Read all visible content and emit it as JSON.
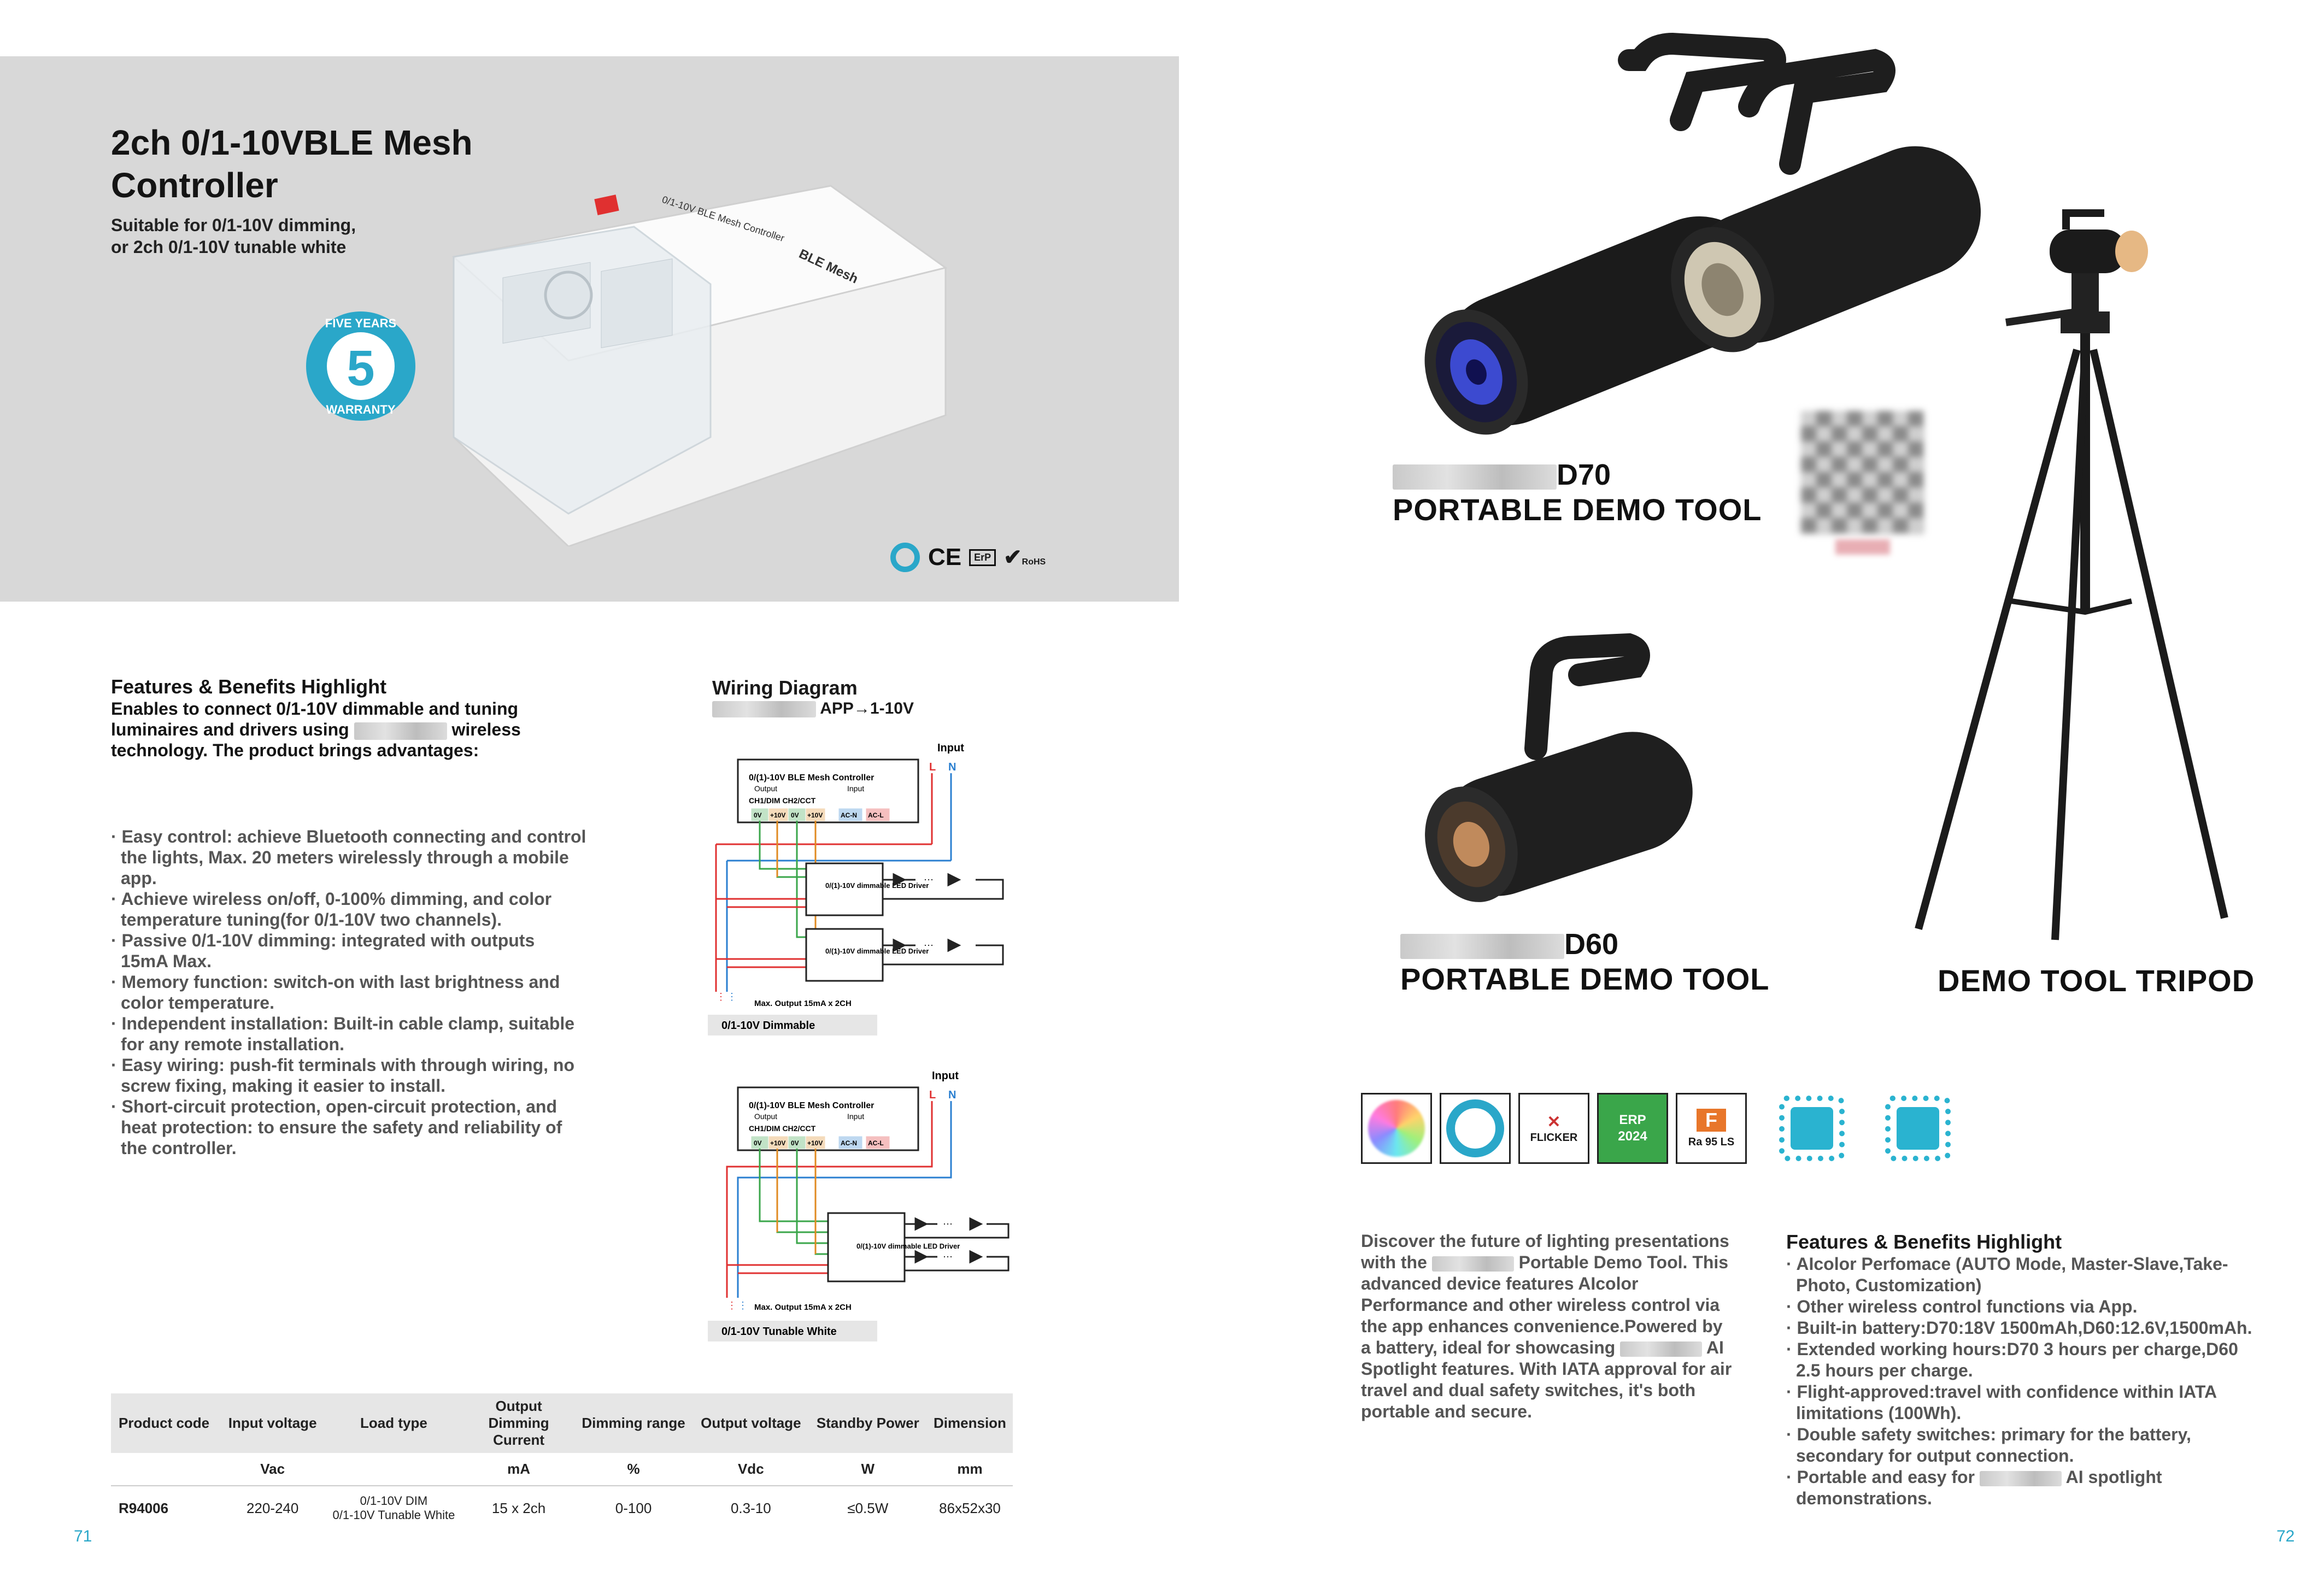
{
  "left_page": {
    "title_line1": "2ch 0/1-10VBLE Mesh",
    "title_line2": "Controller",
    "subtitle_line1": "Suitable for 0/1-10V dimming,",
    "subtitle_line2": "or 2ch 0/1-10V tunable white",
    "warranty": {
      "top": "FIVE YEARS",
      "number": "5",
      "bottom": "WARRANTY"
    },
    "device_label": {
      "line1": "0/1-10V BLE Mesh Controller",
      "line2": "BLE Mesh"
    },
    "certs": [
      "CE",
      "ErP",
      "RoHS"
    ],
    "features_title": "Features & Benefits Highlight",
    "features_intro_a": "Enables to connect 0/1-10V dimmable and tuning luminaires and drivers using",
    "features_intro_b": "wireless technology. The product brings advantages:",
    "features": [
      "· Easy control: achieve Bluetooth connecting and control the lights, Max. 20 meters wirelessly through a mobile app.",
      "· Achieve wireless on/off, 0-100% dimming, and color temperature tuning(for 0/1-10V two channels).",
      "· Passive 0/1-10V dimming: integrated with outputs 15mA Max.",
      "· Memory function: switch-on with last brightness and color temperature.",
      "· Independent installation: Built-in cable clamp, suitable for any remote installation.",
      "· Easy wiring: push-fit terminals with through wiring, no screw fixing, making it easier to install.",
      "· Short-circuit protection, open-circuit protection, and heat protection: to ensure the safety and reliability of the controller."
    ],
    "wiring_title": "Wiring Diagram",
    "wiring_sub": "APP→1-10V",
    "diagram1": {
      "input": "Input",
      "controller": "0/(1)-10V BLE Mesh Controller",
      "output": "Output",
      "input_small": "Input",
      "ch": "CH1/DIM CH2/CCT",
      "terminals": [
        "0V",
        "+10V",
        "0V",
        "+10V",
        "AC-N",
        "AC-L"
      ],
      "driver": "0/(1)-10V dimmable LED Driver",
      "max": "Max. Output 15mA x 2CH",
      "label": "0/1-10V Dimmable"
    },
    "diagram2": {
      "input": "Input",
      "controller": "0/(1)-10V BLE Mesh Controller",
      "output": "Output",
      "input_small": "Input",
      "ch": "CH1/DIM CH2/CCT",
      "terminals": [
        "0V",
        "+10V",
        "0V",
        "+10V",
        "AC-N",
        "AC-L"
      ],
      "driver": "0/(1)-10V dimmable LED Driver",
      "max": "Max. Output 15mA x 2CH",
      "label": "0/1-10V Tunable White"
    },
    "table": {
      "headers": [
        "Product code",
        "Input voltage",
        "Load type",
        "Output Dimming Current",
        "Dimming range",
        "Output voltage",
        "Standby Power",
        "Dimension"
      ],
      "units": [
        "",
        "Vac",
        "",
        "mA",
        "%",
        "Vdc",
        "W",
        "mm"
      ],
      "row": [
        "R94006",
        "220-240",
        "0/1-10V DIM\n0/1-10V Tunable White",
        "15 x 2ch",
        "0-100",
        "0.3-10",
        "≤0.5W",
        "86x52x30"
      ]
    },
    "page_number": "71"
  },
  "right_page": {
    "d70_model": "D70",
    "d70_name": "PORTABLE DEMO TOOL",
    "d60_model": "D60",
    "d60_name": "PORTABLE DEMO TOOL",
    "tripod_name": "DEMO TOOL TRIPOD",
    "icons": [
      {
        "name": "color-wheel-icon"
      },
      {
        "name": "rotate-icon"
      },
      {
        "name": "flicker-icon",
        "text": "FLICKER"
      },
      {
        "name": "erp-icon",
        "text": "ERP 2024"
      },
      {
        "name": "energy-class-icon",
        "text": "Ra 95 LS",
        "class": "F"
      },
      {
        "name": "chip-color-icon"
      },
      {
        "name": "chip-cube-icon"
      }
    ],
    "description_a": "Discover the future of lighting presentations with the",
    "description_b": "Portable Demo Tool. This advanced device features AIcolor Performance and other wireless control via the app enhances convenience.Powered by a battery, ideal for showcasing",
    "description_c": "AI Spotlight features. With IATA approval for air travel and dual safety switches, it's both portable and secure.",
    "features_title": "Features & Benefits Highlight",
    "features": [
      "· AIcolor Perfomace (AUTO Mode, Master-Slave,Take-Photo, Customization)",
      "· Other wireless control functions via App.",
      "· Built-in battery:D70:18V 1500mAh,D60:12.6V,1500mAh.",
      "· Extended working hours:D70 3 hours per charge,D60 2.5 hours per charge.",
      "· Flight-approved:travel with confidence within IATA limitations (100Wh).",
      "· Double safety switches: primary for the battery, secondary for output connection."
    ],
    "feature_last_a": "· Portable and easy for",
    "feature_last_b": "AI spotlight demonstrations.",
    "page_number": "72"
  },
  "colors": {
    "accent": "#2aa7c9",
    "hero_bg": "#d8d8d8",
    "red_wire": "#e03030",
    "blue_wire": "#2a7fd0",
    "green_wire": "#3aa64a",
    "orange_wire": "#e08a20"
  }
}
